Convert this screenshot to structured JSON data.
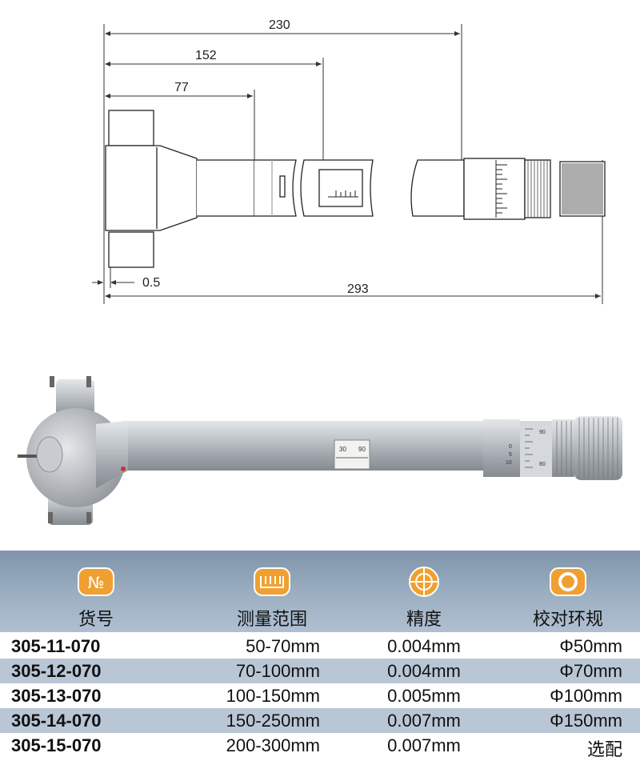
{
  "drawing": {
    "dimensions": {
      "overall_length": "293",
      "to_micrometer": "230",
      "to_scale_window": "152",
      "to_rod_end": "77",
      "anvil_offset": "0.5"
    }
  },
  "photo": {
    "scale_window_labels": [
      "30",
      "90"
    ],
    "thimble_labels": [
      "90",
      "0",
      "5",
      "10",
      "80"
    ]
  },
  "table": {
    "headers": [
      {
        "label": "货号",
        "icon": "number-icon"
      },
      {
        "label": "测量范围",
        "icon": "ruler-icon"
      },
      {
        "label": "精度",
        "icon": "target-icon"
      },
      {
        "label": "校对环规",
        "icon": "ring-gauge-icon"
      }
    ],
    "rows": [
      [
        "305-11-070",
        "50-70mm",
        "0.004mm",
        "Φ50mm"
      ],
      [
        "305-12-070",
        "70-100mm",
        "0.004mm",
        "Φ70mm"
      ],
      [
        "305-13-070",
        "100-150mm",
        "0.005mm",
        "Φ100mm"
      ],
      [
        "305-14-070",
        "150-250mm",
        "0.007mm",
        "Φ150mm"
      ],
      [
        "305-15-070",
        "200-300mm",
        "0.007mm",
        "选配"
      ]
    ],
    "colors": {
      "header": "#8fa3b8",
      "stripe": "#b9c6d6",
      "icon_orange": "#f0a030"
    }
  }
}
